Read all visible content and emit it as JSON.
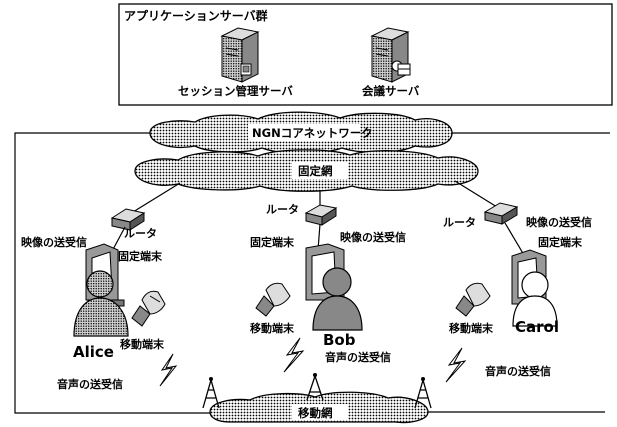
{
  "app_servers": {
    "group_label": "アプリケーションサーバ群",
    "session_server": "セッション管理サーバ",
    "conference_server": "会議サーバ"
  },
  "networks": {
    "ngn_core": "NGNコアネットワーク",
    "fixed": "固定網",
    "mobile": "移動網"
  },
  "users": [
    {
      "name": "Alice",
      "router": "ルータ",
      "fixed_terminal": "固定端末",
      "mobile_terminal": "移動端末",
      "video": "映像の送受信",
      "audio": "音声の送受信"
    },
    {
      "name": "Bob",
      "router": "ルータ",
      "fixed_terminal": "固定端末",
      "mobile_terminal": "移動端末",
      "video": "映像の送受信",
      "audio": "音声の送受信"
    },
    {
      "name": "Carol",
      "router": "ルータ",
      "fixed_terminal": "固定端末",
      "mobile_terminal": "移動端末",
      "video": "映像の送受信",
      "audio": "音声の送受信"
    }
  ],
  "colors": {
    "ink": "#000000",
    "person_fill": "#9a9a9a",
    "carol_fill": "#ffffff",
    "device_fill": "#bdbdbd"
  }
}
